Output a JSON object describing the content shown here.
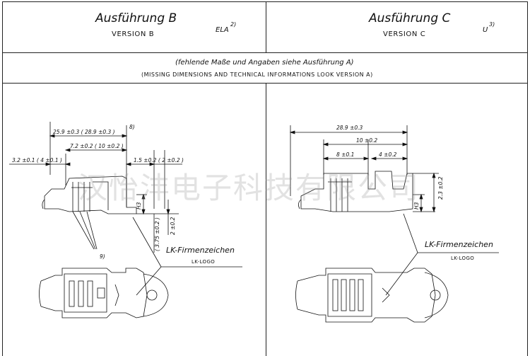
{
  "header": {
    "left": {
      "title": "Ausführung B",
      "subtitle": "VERSION B",
      "tag": "ELA",
      "tag_sup": "2)"
    },
    "right": {
      "title": "Ausführung C",
      "subtitle": "VERSION C",
      "tag": "U",
      "tag_sup": "3)"
    }
  },
  "note": {
    "de": "(fehlende Maße und Angaben siehe Ausführung A)",
    "en": "(MISSING DIMENSIONS AND TECHNICAL INFORMATIONS LOOK VERSION A)"
  },
  "left_drawing": {
    "dim_overall": "25.9 ±0.3 ( 28.9 ±0.3 )",
    "dim_mid": "7.2 ±0.2 ( 10 ±0.2 )",
    "dim_left": "3.2 ±0.1 ( 4 ±0.1 )",
    "dim_right": "1.5 ±0.2 ( 2 ±0.2 )",
    "dim_h3": "H3",
    "dim_2": "2 ±0.2",
    "dim_375": "( 3.75 ±0.2 )",
    "note_8": "8)",
    "note_9": "9)",
    "logo_de": "LK-Firmenzeichen",
    "logo_en": "LK-LOGO"
  },
  "right_drawing": {
    "dim_overall": "28.9 ±0.3",
    "dim_10": "10 ±0.2",
    "dim_8": "8 ±0.1",
    "dim_4": "4 ±0.2",
    "dim_h3": "H3",
    "dim_23": "2.3 ±0.2",
    "logo_de": "LK-Firmenzeichen",
    "logo_en": "LK-LOGO"
  },
  "watermark": "汉怡沣电子科技有限公司"
}
